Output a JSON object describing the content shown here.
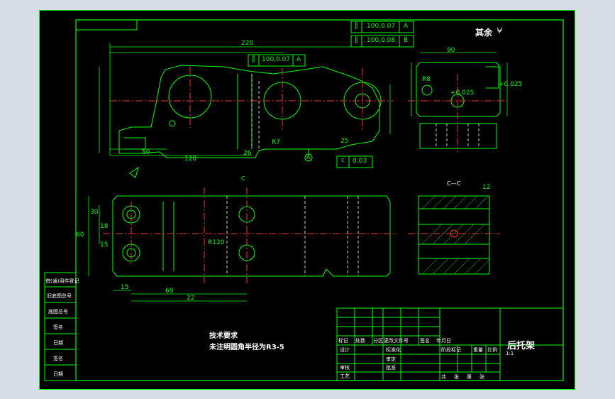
{
  "drawing": {
    "title": "后托架",
    "surface_note": "其余",
    "tech_req_title": "技术要求",
    "tech_req_text": "未注明圆角半径为R3-5",
    "section_label": "C—C",
    "datum_label": "A",
    "section_mark": "C"
  },
  "tolerance_frames": [
    {
      "symbol": "∥",
      "value": "100,0.07",
      "datum": "A"
    },
    {
      "symbol": "∥",
      "value": "100,0.08",
      "datum": "B"
    },
    {
      "symbol": "∥",
      "value": "100,0.07",
      "datum": "A"
    },
    {
      "symbol": "c",
      "value": "0.03",
      "datum": ""
    }
  ],
  "dimensions": {
    "front_total": "220",
    "front_50": "50",
    "front_120": "120",
    "front_26": "26",
    "front_r7": "R7",
    "front_25": "25",
    "side_90": "90",
    "side_r8": "R8",
    "top_30": "30",
    "top_15": "15",
    "top_60": "60",
    "top_18": "18",
    "top_15b": "15",
    "top_68": "68",
    "top_22": "22",
    "top_r120": "R120",
    "section_12": "12",
    "tol_plus": "+0.025",
    "tol_025": "+0.025"
  },
  "left_strip": [
    "借(通)用件登记",
    "旧底图总号",
    "底图总号",
    "签名",
    "日期",
    "签名",
    "日期"
  ],
  "title_block": {
    "row_headers": [
      "标记",
      "处数",
      "分区",
      "更改文件号",
      "签名",
      "年月日"
    ],
    "left_labels": [
      "设计",
      "审核",
      "工艺"
    ],
    "mid_labels": [
      "标准化",
      "审定",
      "批准"
    ],
    "stage_labels": [
      "阶段标记",
      "重量",
      "比例"
    ],
    "scale": "1:1",
    "sheet_labels": [
      "共",
      "张",
      "第",
      "张"
    ],
    "name": "后托架"
  },
  "colors": {
    "line": "#00ff00",
    "center": "#ff3030",
    "hidden": "#ffffff",
    "paper": "#000000",
    "dim": "#ffff00"
  }
}
